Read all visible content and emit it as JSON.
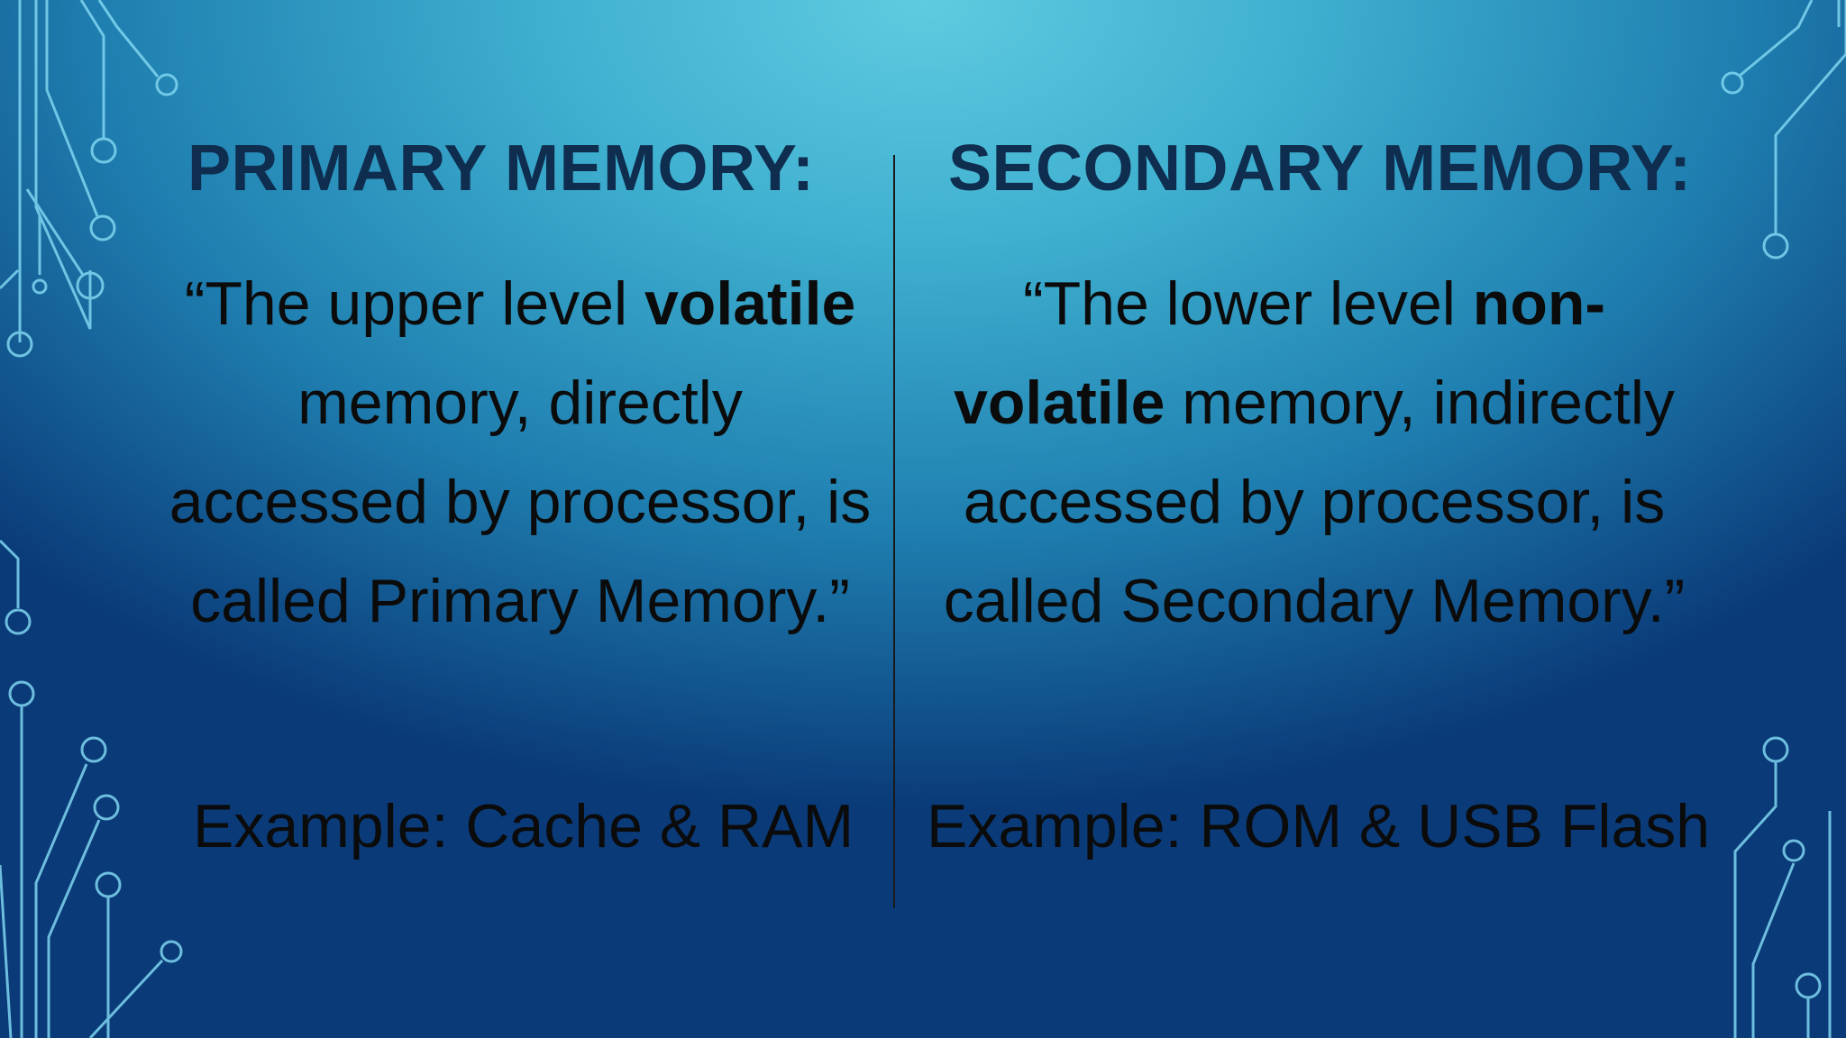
{
  "colors": {
    "heading": "#0f2d4e",
    "text": "#0b0b0b",
    "circuit": "#7fd6f0"
  },
  "left": {
    "heading": "PRIMARY MEMORY:",
    "quote_lines": [
      {
        "pre": "“The upper level ",
        "bold": "volatile",
        "post": ""
      },
      {
        "pre": "memory, directly",
        "bold": "",
        "post": ""
      },
      {
        "pre": "accessed by processor, is",
        "bold": "",
        "post": ""
      },
      {
        "pre": "called Primary Memory.”",
        "bold": "",
        "post": ""
      }
    ],
    "example": "Example: Cache & RAM"
  },
  "right": {
    "heading": "SECONDARY MEMORY:",
    "quote_lines": [
      {
        "pre": "“The lower level ",
        "bold": "non-",
        "post": ""
      },
      {
        "pre": "",
        "bold": "volatile",
        "post": " memory, indirectly"
      },
      {
        "pre": "accessed by processor, is",
        "bold": "",
        "post": ""
      },
      {
        "pre": "called Secondary Memory.”",
        "bold": "",
        "post": ""
      }
    ],
    "example": "Example: ROM & USB Flash"
  }
}
